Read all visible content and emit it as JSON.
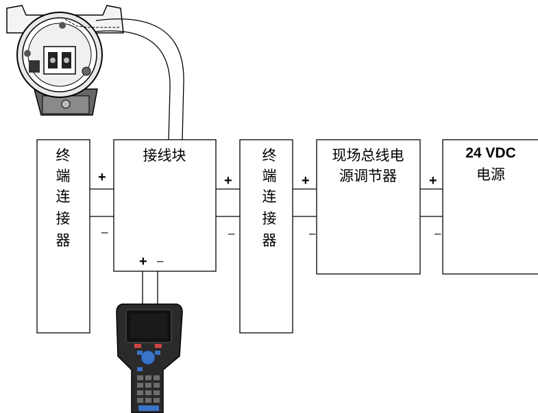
{
  "terminator_left": {
    "label": [
      "终",
      "端",
      "连",
      "接",
      "器"
    ],
    "plus": "+",
    "minus": "–"
  },
  "junction_block": {
    "label": "接线块",
    "plus": "+",
    "minus": "–",
    "right_plus": "+",
    "right_minus": "–"
  },
  "terminator_right": {
    "label": [
      "终",
      "端",
      "连",
      "接",
      "器"
    ],
    "plus": "+",
    "minus": "–"
  },
  "power_conditioner": {
    "label_line1": "现场总线电",
    "label_line2": "源调节器",
    "plus": "+",
    "minus": "–"
  },
  "power_supply": {
    "label_line1": "24 VDC",
    "label_line2": "电源"
  },
  "images": {
    "transmitter": "fieldbus-transmitter-housing",
    "communicator": "handheld-field-communicator"
  }
}
